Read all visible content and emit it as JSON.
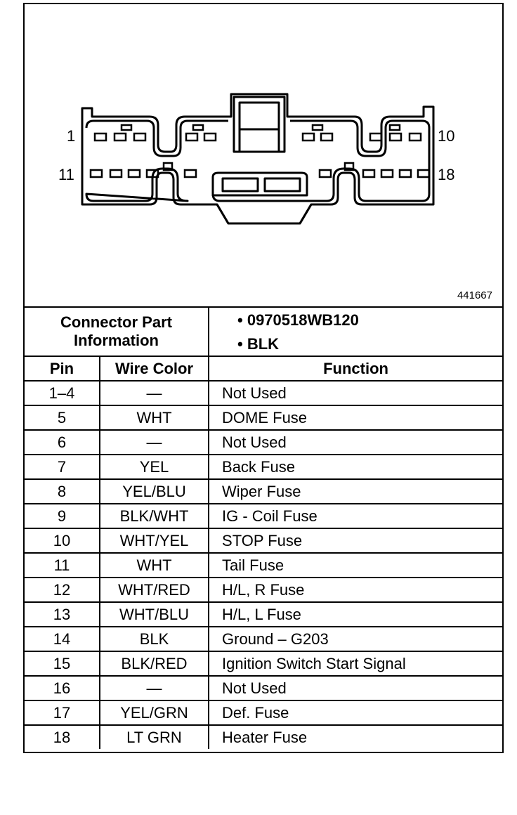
{
  "figure_number": "441667",
  "connector": {
    "pin_labels": {
      "top_left": "1",
      "top_right": "10",
      "bottom_left": "11",
      "bottom_right": "18"
    }
  },
  "part_info": {
    "label_line1": "Connector Part",
    "label_line2": "Information",
    "items": [
      "• 0970518WB120",
      "• BLK"
    ]
  },
  "columns": {
    "pin": "Pin",
    "wire_color": "Wire Color",
    "function": "Function"
  },
  "rows": [
    {
      "pin": "1–4",
      "color": "—",
      "function": "Not Used"
    },
    {
      "pin": "5",
      "color": "WHT",
      "function": "DOME Fuse"
    },
    {
      "pin": "6",
      "color": "—",
      "function": "Not Used"
    },
    {
      "pin": "7",
      "color": "YEL",
      "function": "Back Fuse"
    },
    {
      "pin": "8",
      "color": "YEL/BLU",
      "function": "Wiper Fuse"
    },
    {
      "pin": "9",
      "color": "BLK/WHT",
      "function": "IG - Coil Fuse"
    },
    {
      "pin": "10",
      "color": "WHT/YEL",
      "function": "STOP Fuse"
    },
    {
      "pin": "11",
      "color": "WHT",
      "function": "Tail Fuse"
    },
    {
      "pin": "12",
      "color": "WHT/RED",
      "function": "H/L, R Fuse"
    },
    {
      "pin": "13",
      "color": "WHT/BLU",
      "function": "H/L, L Fuse"
    },
    {
      "pin": "14",
      "color": "BLK",
      "function": "Ground – G203"
    },
    {
      "pin": "15",
      "color": "BLK/RED",
      "function": "Ignition Switch Start Signal"
    },
    {
      "pin": "16",
      "color": "—",
      "function": "Not Used"
    },
    {
      "pin": "17",
      "color": "YEL/GRN",
      "function": "Def. Fuse"
    },
    {
      "pin": "18",
      "color": "LT GRN",
      "function": "Heater Fuse"
    }
  ]
}
